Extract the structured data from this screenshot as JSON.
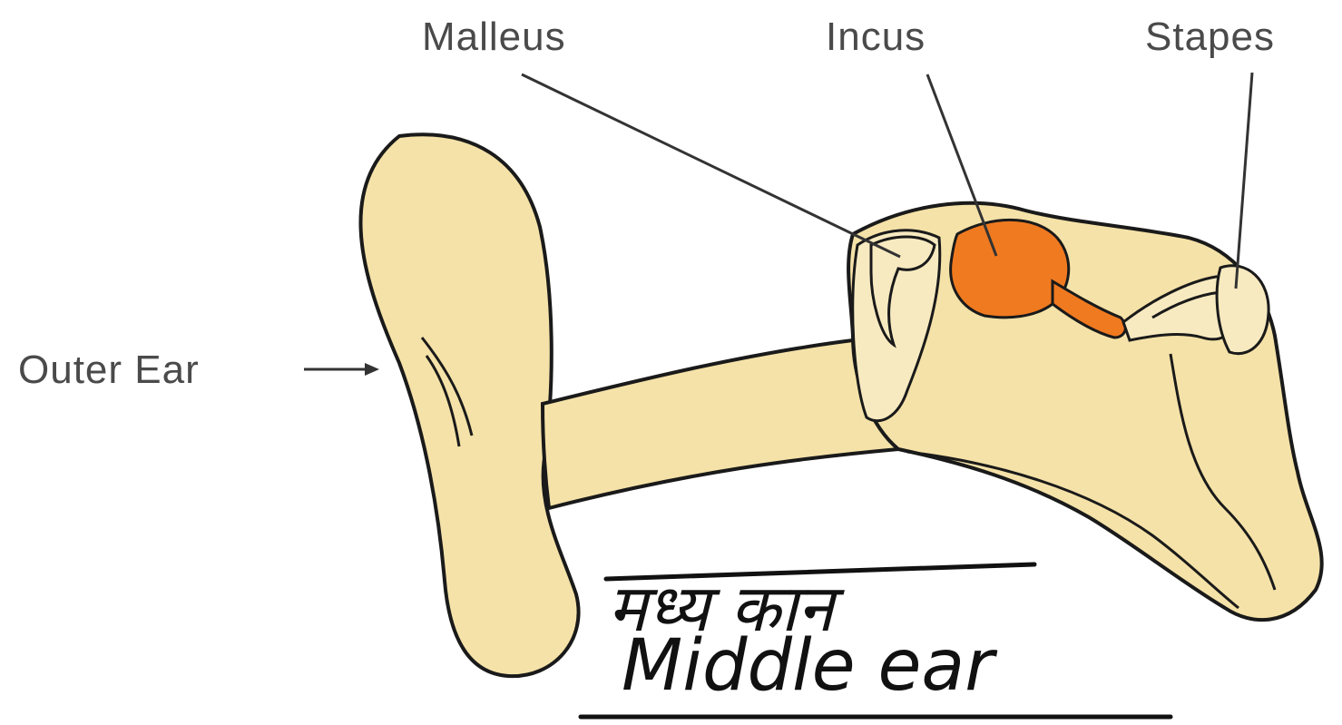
{
  "colors": {
    "tissue": "#f5e2a8",
    "tissue_shade": "#f8eac0",
    "ossicle_orange": "#f07a20",
    "outline": "#1a1a1a",
    "leader_line": "#333333",
    "label_text": "#4a4a4a",
    "handwriting": "#111111"
  },
  "labels": {
    "malleus": "Malleus",
    "incus": "Incus",
    "stapes": "Stapes",
    "outer_ear": "Outer Ear"
  },
  "handwritten": {
    "hindi": "मध्य कान",
    "english": "Middle ear"
  }
}
